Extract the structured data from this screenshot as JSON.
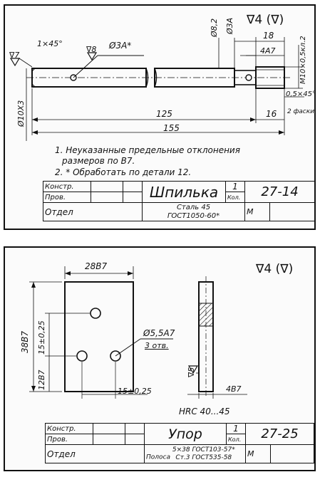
{
  "part1": {
    "surface_mark": "∇4 (∇)",
    "dims": {
      "chamfer_left": "1×45°",
      "roughness_left": "∇7",
      "roughness_hole": "∇8",
      "hole_dia": "Ø3A*",
      "dia_82": "Ø8,2",
      "dia_3a": "Ø3A",
      "thread": "M10×0,5кл.2",
      "len_18": "18",
      "len_4a7": "4A7",
      "chamfer_right": "0,5×45°",
      "chamfer_note": "2 фаски",
      "shaft_dia": "Ø10X3",
      "len_125": "125",
      "len_16": "16",
      "len_155": "155"
    },
    "notes": [
      "1. Неуказанные предельные отклонения",
      "размеров по B7.",
      "2. * Обработать по детали 12."
    ],
    "title_block": {
      "konstr": "Констр.",
      "prov": "Пров.",
      "otdel": "Отдел",
      "name": "Шпилька",
      "qty": "1",
      "qty_label": "Кол.",
      "number": "27-14",
      "material_1": "Сталь 45",
      "material_2": "ГОСТ1050-60*",
      "scale": "М"
    }
  },
  "part2": {
    "surface_mark": "∇4 (∇)",
    "dims": {
      "width": "28B7",
      "height": "38B7",
      "pitch_v": "15±0,25",
      "bottom_off": "12B7",
      "pitch_h": "15±0,25",
      "hole": "Ø5,5A7",
      "holes_count": "3 отв.",
      "roughness_edge": "∇5",
      "thickness": "4B7",
      "hardness": "HRC 40...45"
    },
    "title_block": {
      "konstr": "Констр.",
      "prov": "Пров.",
      "otdel": "Отдел",
      "name": "Упор",
      "qty": "1",
      "qty_label": "Кол.",
      "number": "27-25",
      "material_label": "Полоса",
      "material_1": "5×38 ГОСТ103-57*",
      "material_2": "Ст.3 ГОСТ535-58",
      "scale": "М"
    }
  }
}
